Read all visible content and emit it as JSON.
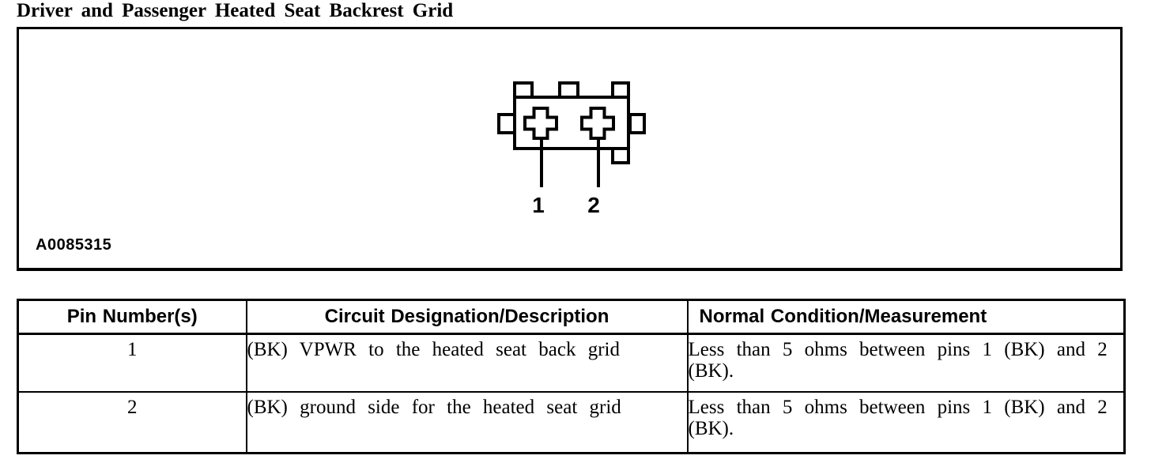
{
  "page": {
    "title": "Driver and Passenger Heated Seat Backrest Grid"
  },
  "figure": {
    "id_label": "A0085315",
    "pin_labels": [
      "1",
      "2"
    ]
  },
  "table": {
    "headers": [
      "Pin Number(s)",
      "Circuit Designation/Description",
      "Normal Condition/Measurement"
    ],
    "rows": [
      {
        "pin": "1",
        "circuit": "(BK) VPWR to the heated seat back grid",
        "condition": [
          "Less than 5 ohms between pins 1 (BK) and 2",
          "(BK)."
        ]
      },
      {
        "pin": "2",
        "circuit": "(BK) ground side for the heated seat grid",
        "condition": [
          "Less than 5 ohms between pins 1 (BK) and 2",
          "(BK)."
        ]
      }
    ]
  },
  "colors": {
    "ink": "#000000",
    "paper": "#ffffff"
  }
}
